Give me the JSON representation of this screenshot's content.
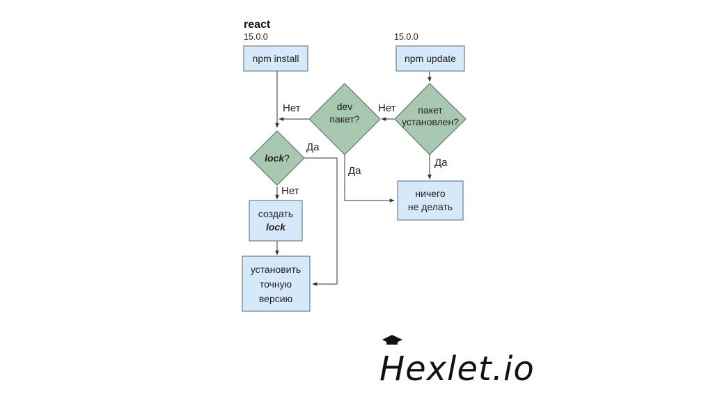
{
  "diagram": {
    "title": "react",
    "version_left": "15.0.0",
    "version_right": "15.0.0",
    "nodes": {
      "npm_install": "npm install",
      "npm_update": "npm update",
      "dev_pkg": [
        "dev",
        "пакет?"
      ],
      "pkg_installed": [
        "пакет",
        "установлен?"
      ],
      "lock_q": [
        "lock",
        "?"
      ],
      "create_lock": [
        "создать",
        "lock"
      ],
      "install_exact": [
        "установить",
        "точную",
        "версию"
      ],
      "do_nothing": [
        "ничего",
        "не делать"
      ]
    },
    "edges": {
      "no": "Нет",
      "yes": "Да"
    }
  },
  "logo": {
    "text": "Hexlet.io"
  }
}
